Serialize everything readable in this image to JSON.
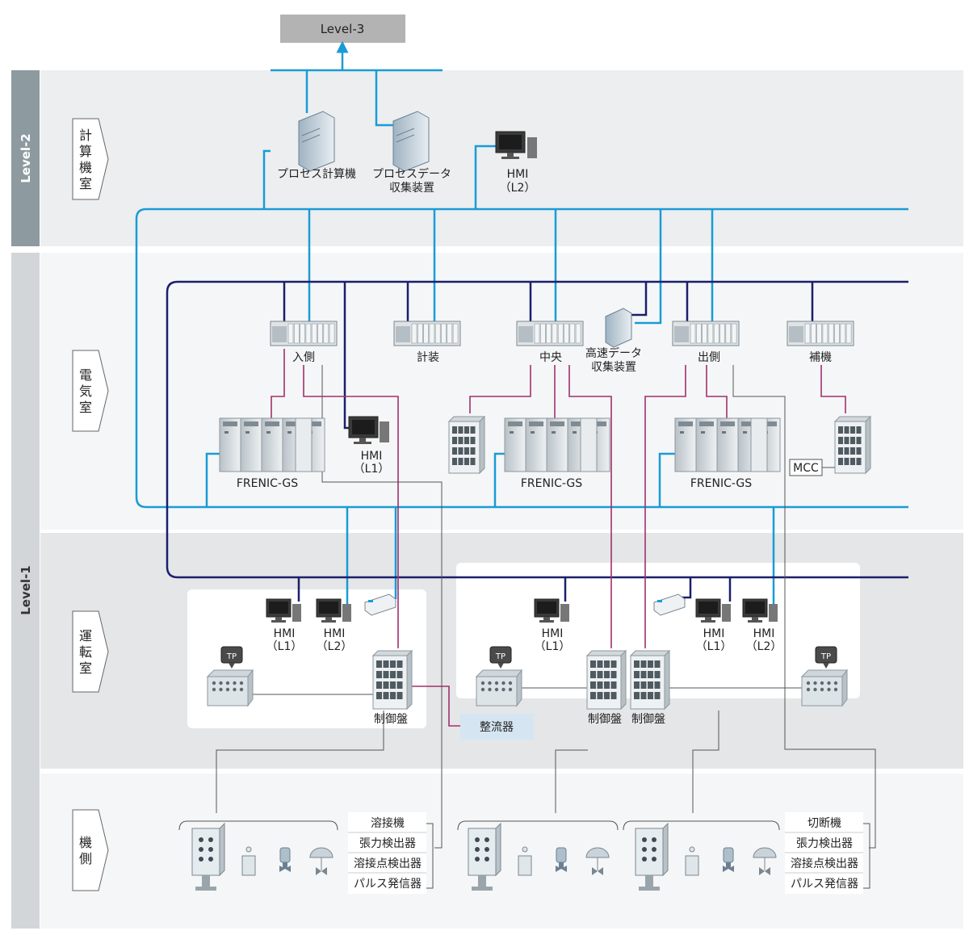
{
  "top_box": "Level-3",
  "levels": {
    "level2": "Level-2",
    "level1": "Level-1"
  },
  "zones": {
    "computer_room": [
      "計",
      "算",
      "機",
      "室"
    ],
    "electric_room": [
      "電",
      "気",
      "室"
    ],
    "operation_room": [
      "運",
      "転",
      "室"
    ],
    "machine_side": [
      "機",
      "側"
    ]
  },
  "level2_devices": {
    "process_computer": "プロセス計算機",
    "process_data_line1": "プロセスデータ",
    "process_data_line2": "収集装置",
    "hmi_label": "HMI",
    "hmi_sub": "（L2）"
  },
  "plcs": {
    "entry": "入側",
    "instrument": "計装",
    "center": "中央",
    "exit": "出側",
    "auxiliary": "補機"
  },
  "hs_data_line1": "高速データ",
  "hs_data_line2": "収集装置",
  "frenic_label": "FRENIC-GS",
  "ele_hmi": {
    "label": "HMI",
    "sub": "（L1）"
  },
  "mcc_label": "MCC",
  "operation": {
    "hmi": "HMI",
    "l1": "（L1）",
    "l2": "（L2）",
    "tp": "TP",
    "control_panel": "制御盤",
    "rectifier": "整流器"
  },
  "machine_left": [
    "溶接機",
    "張力検出器",
    "溶接点検出器",
    "パルス発信器"
  ],
  "machine_right": [
    "切断機",
    "張力検出器",
    "溶接点検出器",
    "パルス発信器"
  ],
  "colors": {
    "blue_line": "#1a9bd6",
    "navy_line": "#1b1f6b",
    "magenta_line": "#a0306e",
    "level_band": "#8d9aa0",
    "zone_bg_top": "#eceef0",
    "zone_bg_mid": "#f5f6f7",
    "zone_bg_op": "#e4e6e8",
    "rectifier_bg": "#d5e6f2"
  }
}
